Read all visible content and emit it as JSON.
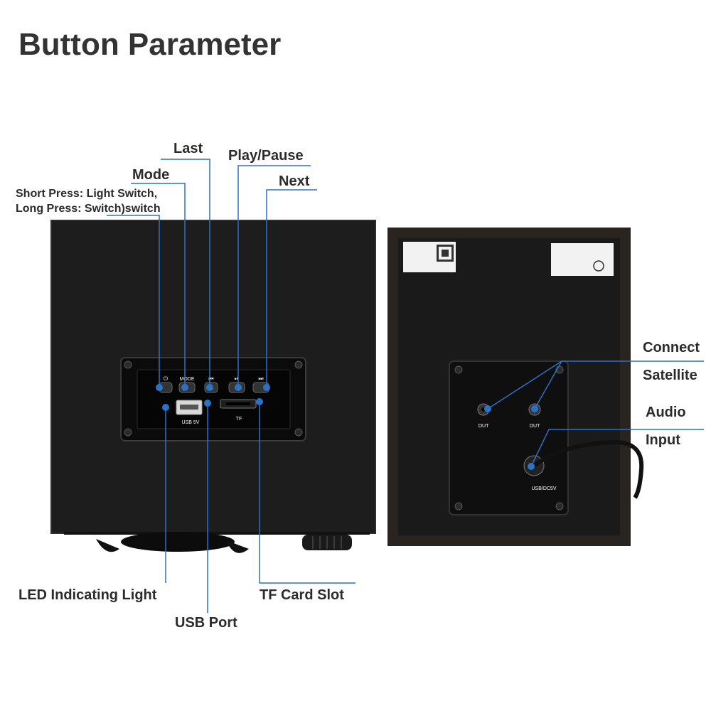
{
  "title": "Button Parameter",
  "labels": {
    "last": "Last",
    "play_pause": "Play/Pause",
    "mode": "Mode",
    "next": "Next",
    "light_switch_line1": "Short Press: Light Switch,",
    "light_switch_line2": "Long Press: Switch)switch",
    "connect": "Connect",
    "satellite": "Satellite",
    "audio": "Audio",
    "input": "Input",
    "led": "LED Indicating Light",
    "tf_slot": "TF Card Slot",
    "usb_port": "USB Port"
  },
  "front_panel": {
    "mode_text": "MODE",
    "usb_text": "USB 5V",
    "tf_text": "TF"
  },
  "back_panel": {
    "out_left": "OUT",
    "out_right": "OUT",
    "usb_dc": "USB/DC5V"
  },
  "colors": {
    "accent": "#2a72c8",
    "speaker_body": "#1c1c1c"
  }
}
